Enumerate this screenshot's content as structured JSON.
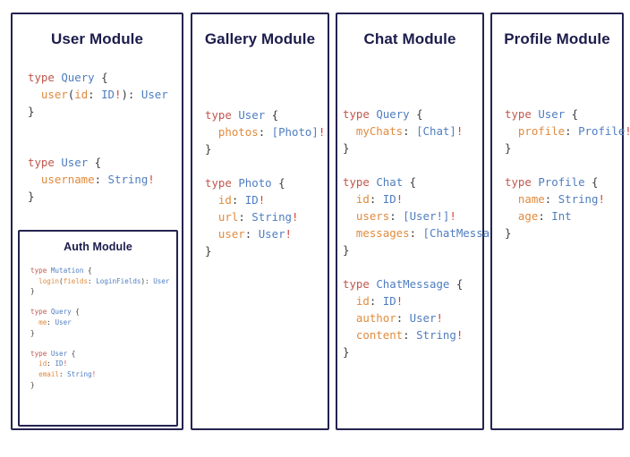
{
  "page": {
    "background": "#ffffff",
    "border_color": "#232350",
    "title_color": "#1c1c4c"
  },
  "syntax_colors": {
    "keyword": "#c0584f",
    "type": "#4f7dc0",
    "field": "#e08b3e",
    "required_bang": "#d2453c",
    "punctuation": "#3b3b3b"
  },
  "modules": [
    {
      "id": "user",
      "title": "User Module",
      "code_lines": [
        [
          {
            "t": "type ",
            "c": "kw"
          },
          {
            "t": "Query",
            "c": "type"
          },
          {
            "t": " {",
            "c": "punc"
          }
        ],
        [
          {
            "t": "  user",
            "c": "name"
          },
          {
            "t": "(",
            "c": "punc"
          },
          {
            "t": "id",
            "c": "name"
          },
          {
            "t": ": ",
            "c": "punc"
          },
          {
            "t": "ID",
            "c": "type"
          },
          {
            "t": "!",
            "c": "bang"
          },
          {
            "t": "): ",
            "c": "punc"
          },
          {
            "t": "User",
            "c": "type"
          }
        ],
        [
          {
            "t": "}",
            "c": "punc"
          }
        ],
        [],
        [],
        [
          {
            "t": "type ",
            "c": "kw"
          },
          {
            "t": "User",
            "c": "type"
          },
          {
            "t": " {",
            "c": "punc"
          }
        ],
        [
          {
            "t": "  username",
            "c": "name"
          },
          {
            "t": ": ",
            "c": "punc"
          },
          {
            "t": "String",
            "c": "type"
          },
          {
            "t": "!",
            "c": "bang"
          }
        ],
        [
          {
            "t": "}",
            "c": "punc"
          }
        ]
      ],
      "nested": {
        "id": "auth",
        "title": "Auth Module",
        "code_lines": [
          [
            {
              "t": "type ",
              "c": "kw"
            },
            {
              "t": "Mutation",
              "c": "type"
            },
            {
              "t": " {",
              "c": "punc"
            }
          ],
          [
            {
              "t": "  login",
              "c": "name"
            },
            {
              "t": "(",
              "c": "punc"
            },
            {
              "t": "fields",
              "c": "name"
            },
            {
              "t": ": ",
              "c": "punc"
            },
            {
              "t": "LoginFields",
              "c": "type"
            },
            {
              "t": "): ",
              "c": "punc"
            },
            {
              "t": "User",
              "c": "type"
            }
          ],
          [
            {
              "t": "}",
              "c": "punc"
            }
          ],
          [],
          [
            {
              "t": "type ",
              "c": "kw"
            },
            {
              "t": "Query",
              "c": "type"
            },
            {
              "t": " {",
              "c": "punc"
            }
          ],
          [
            {
              "t": "  me",
              "c": "name"
            },
            {
              "t": ": ",
              "c": "punc"
            },
            {
              "t": "User",
              "c": "type"
            }
          ],
          [
            {
              "t": "}",
              "c": "punc"
            }
          ],
          [],
          [
            {
              "t": "type ",
              "c": "kw"
            },
            {
              "t": "User",
              "c": "type"
            },
            {
              "t": " {",
              "c": "punc"
            }
          ],
          [
            {
              "t": "  id",
              "c": "name"
            },
            {
              "t": ": ",
              "c": "punc"
            },
            {
              "t": "ID",
              "c": "type"
            },
            {
              "t": "!",
              "c": "bang"
            }
          ],
          [
            {
              "t": "  email",
              "c": "name"
            },
            {
              "t": ": ",
              "c": "punc"
            },
            {
              "t": "String",
              "c": "type"
            },
            {
              "t": "!",
              "c": "bang"
            }
          ],
          [
            {
              "t": "}",
              "c": "punc"
            }
          ]
        ]
      }
    },
    {
      "id": "gallery",
      "title": "Gallery Module",
      "code_lines": [
        [
          {
            "t": "type ",
            "c": "kw"
          },
          {
            "t": "User",
            "c": "type"
          },
          {
            "t": " {",
            "c": "punc"
          }
        ],
        [
          {
            "t": "  photos",
            "c": "name"
          },
          {
            "t": ": ",
            "c": "punc"
          },
          {
            "t": "[Photo]",
            "c": "type"
          },
          {
            "t": "!",
            "c": "bang"
          }
        ],
        [
          {
            "t": "}",
            "c": "punc"
          }
        ],
        [],
        [
          {
            "t": "type ",
            "c": "kw"
          },
          {
            "t": "Photo",
            "c": "type"
          },
          {
            "t": " {",
            "c": "punc"
          }
        ],
        [
          {
            "t": "  id",
            "c": "name"
          },
          {
            "t": ": ",
            "c": "punc"
          },
          {
            "t": "ID",
            "c": "type"
          },
          {
            "t": "!",
            "c": "bang"
          }
        ],
        [
          {
            "t": "  url",
            "c": "name"
          },
          {
            "t": ": ",
            "c": "punc"
          },
          {
            "t": "String",
            "c": "type"
          },
          {
            "t": "!",
            "c": "bang"
          }
        ],
        [
          {
            "t": "  user",
            "c": "name"
          },
          {
            "t": ": ",
            "c": "punc"
          },
          {
            "t": "User",
            "c": "type"
          },
          {
            "t": "!",
            "c": "bang"
          }
        ],
        [
          {
            "t": "}",
            "c": "punc"
          }
        ]
      ],
      "nested": null
    },
    {
      "id": "chat",
      "title": "Chat Module",
      "code_lines": [
        [
          {
            "t": "type ",
            "c": "kw"
          },
          {
            "t": "Query",
            "c": "type"
          },
          {
            "t": " {",
            "c": "punc"
          }
        ],
        [
          {
            "t": "  myChats",
            "c": "name"
          },
          {
            "t": ": ",
            "c": "punc"
          },
          {
            "t": "[Chat]",
            "c": "type"
          },
          {
            "t": "!",
            "c": "bang"
          }
        ],
        [
          {
            "t": "}",
            "c": "punc"
          }
        ],
        [],
        [
          {
            "t": "type ",
            "c": "kw"
          },
          {
            "t": "Chat",
            "c": "type"
          },
          {
            "t": " {",
            "c": "punc"
          }
        ],
        [
          {
            "t": "  id",
            "c": "name"
          },
          {
            "t": ": ",
            "c": "punc"
          },
          {
            "t": "ID",
            "c": "type"
          },
          {
            "t": "!",
            "c": "bang"
          }
        ],
        [
          {
            "t": "  users",
            "c": "name"
          },
          {
            "t": ": ",
            "c": "punc"
          },
          {
            "t": "[User!]",
            "c": "type"
          },
          {
            "t": "!",
            "c": "bang"
          }
        ],
        [
          {
            "t": "  messages",
            "c": "name"
          },
          {
            "t": ": ",
            "c": "punc"
          },
          {
            "t": "[ChatMessage]",
            "c": "type"
          },
          {
            "t": "!",
            "c": "bang"
          }
        ],
        [
          {
            "t": "}",
            "c": "punc"
          }
        ],
        [],
        [
          {
            "t": "type ",
            "c": "kw"
          },
          {
            "t": "ChatMessage",
            "c": "type"
          },
          {
            "t": " {",
            "c": "punc"
          }
        ],
        [
          {
            "t": "  id",
            "c": "name"
          },
          {
            "t": ": ",
            "c": "punc"
          },
          {
            "t": "ID",
            "c": "type"
          },
          {
            "t": "!",
            "c": "bang"
          }
        ],
        [
          {
            "t": "  author",
            "c": "name"
          },
          {
            "t": ": ",
            "c": "punc"
          },
          {
            "t": "User",
            "c": "type"
          },
          {
            "t": "!",
            "c": "bang"
          }
        ],
        [
          {
            "t": "  content",
            "c": "name"
          },
          {
            "t": ": ",
            "c": "punc"
          },
          {
            "t": "String",
            "c": "type"
          },
          {
            "t": "!",
            "c": "bang"
          }
        ],
        [
          {
            "t": "}",
            "c": "punc"
          }
        ]
      ],
      "nested": null
    },
    {
      "id": "profile",
      "title": "Profile Module",
      "code_lines": [
        [
          {
            "t": "type ",
            "c": "kw"
          },
          {
            "t": "User",
            "c": "type"
          },
          {
            "t": " {",
            "c": "punc"
          }
        ],
        [
          {
            "t": "  profile",
            "c": "name"
          },
          {
            "t": ": ",
            "c": "punc"
          },
          {
            "t": "Profile",
            "c": "type"
          },
          {
            "t": "!",
            "c": "bang"
          }
        ],
        [
          {
            "t": "}",
            "c": "punc"
          }
        ],
        [],
        [
          {
            "t": "type ",
            "c": "kw"
          },
          {
            "t": "Profile",
            "c": "type"
          },
          {
            "t": " {",
            "c": "punc"
          }
        ],
        [
          {
            "t": "  name",
            "c": "name"
          },
          {
            "t": ": ",
            "c": "punc"
          },
          {
            "t": "String",
            "c": "type"
          },
          {
            "t": "!",
            "c": "bang"
          }
        ],
        [
          {
            "t": "  age",
            "c": "name"
          },
          {
            "t": ": ",
            "c": "punc"
          },
          {
            "t": "Int",
            "c": "type"
          }
        ],
        [
          {
            "t": "}",
            "c": "punc"
          }
        ]
      ],
      "nested": null
    }
  ]
}
